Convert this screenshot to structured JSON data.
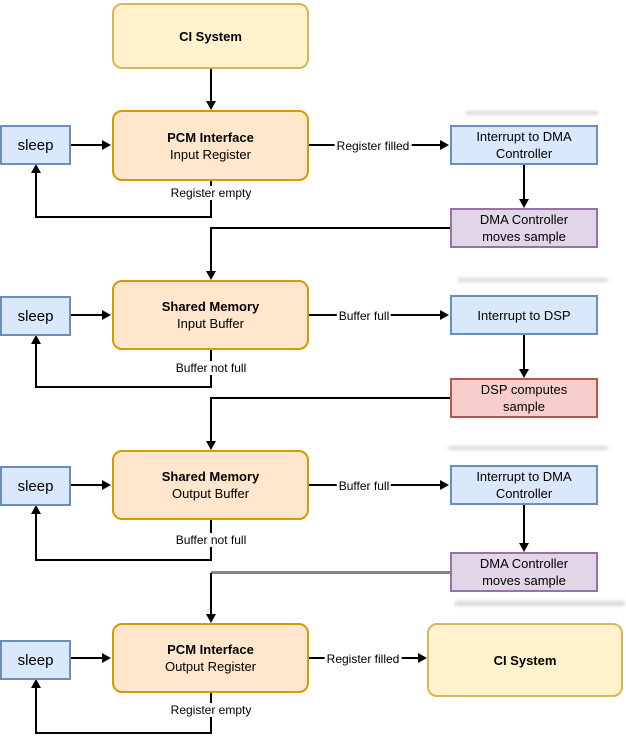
{
  "colors": {
    "yellow_fill": "#FFF2CC",
    "yellow_border": "#D6B656",
    "orange_fill": "#FFE6CC",
    "orange_border": "#D79B00",
    "blue_fill": "#DAE8FC",
    "blue_border": "#6C8EBF",
    "purple_fill": "#E1D5E7",
    "purple_border": "#9673A6",
    "red_fill": "#F8CECC",
    "red_border": "#B85450",
    "connector": "#000000",
    "gray_connector": "#848484"
  },
  "nodes": {
    "ci_system_top": {
      "label": "CI System"
    },
    "pcm_input": {
      "title": "PCM Interface",
      "subtitle": "Input Register"
    },
    "shared_input": {
      "title": "Shared Memory",
      "subtitle": "Input Buffer"
    },
    "shared_output": {
      "title": "Shared Memory",
      "subtitle": "Output Buffer"
    },
    "pcm_output": {
      "title": "PCM Interface",
      "subtitle": "Output Register"
    },
    "ci_system_bottom": {
      "label": "CI System"
    },
    "sleep1": {
      "label": "sleep"
    },
    "sleep2": {
      "label": "sleep"
    },
    "sleep3": {
      "label": "sleep"
    },
    "sleep4": {
      "label": "sleep"
    },
    "interrupt_dma_1": {
      "line1": "Interrupt to DMA",
      "line2": "Controller"
    },
    "dma_moves_1": {
      "line1": "DMA Controller",
      "line2": "moves sample"
    },
    "interrupt_dsp": {
      "label": "Interrupt to DSP"
    },
    "dsp_computes": {
      "line1": "DSP computes",
      "line2": "sample"
    },
    "interrupt_dma_2": {
      "line1": "Interrupt to DMA",
      "line2": "Controller"
    },
    "dma_moves_2": {
      "line1": "DMA Controller",
      "line2": "moves sample"
    }
  },
  "edge_labels": {
    "register_filled_1": "Register filled",
    "register_empty_1": "Register empty",
    "buffer_full_1": "Buffer full",
    "buffer_not_full_1": "Buffer not full",
    "buffer_full_2": "Buffer full",
    "buffer_not_full_2": "Buffer not full",
    "register_filled_2": "Register filled",
    "register_empty_2": "Register empty"
  }
}
